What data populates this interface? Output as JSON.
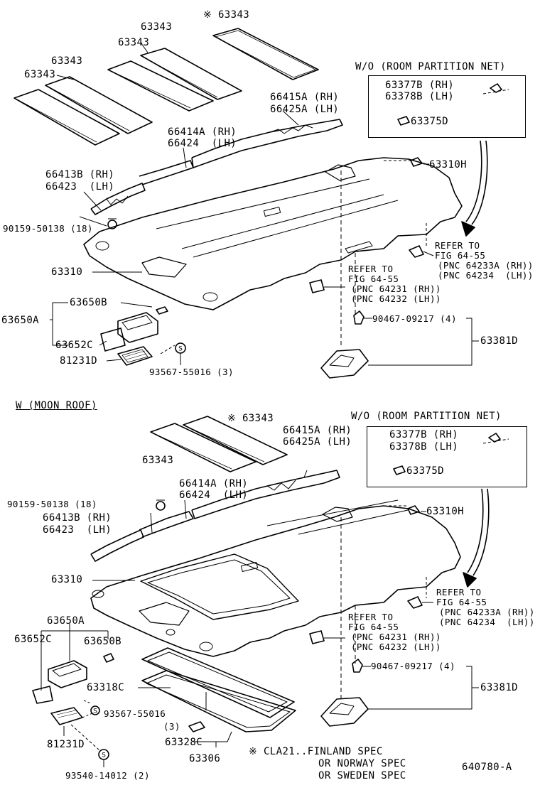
{
  "top": {
    "parts": {
      "p63343_star": "※ 63343",
      "p63343_a": "63343",
      "p63343_b": "63343",
      "p63343_c": "63343",
      "p63343_d": "63343",
      "p66415a": "66415A (RH)",
      "p66425a": "66425A (LH)",
      "p66414a": "66414A (RH)",
      "p66424": "66424  (LH)",
      "p66413b": "66413B (RH)",
      "p66423": "66423  (LH)",
      "p90159": "90159-50138 (18)",
      "p63310": "63310",
      "p63310h": "63310H",
      "p63650b": "63650B",
      "p63650a": "63650A",
      "p63652c": "63652C",
      "p81231d": "81231D",
      "p93567": "93567-55016 (3)",
      "p90467": "90467-09217 (4)",
      "p63381d": "63381D"
    },
    "wo_box": {
      "title": "W/O (ROOM PARTITION NET)",
      "l1": "63377B (RH)",
      "l2": "63378B (LH)",
      "l3": "63375D"
    },
    "refer_a": {
      "l1": "REFER TO",
      "l2": "FIG 64-55",
      "l3": "(PNC 64233A (RH))",
      "l4": "(PNC 64234  (LH))"
    },
    "refer_b": {
      "l1": "REFER TO",
      "l2": "FIG 64-55",
      "l3": "(PNC 64231 (RH))",
      "l4": "(PNC 64232 (LH))"
    }
  },
  "bottom": {
    "section_title": "W (MOON ROOF)",
    "parts": {
      "p63343_star": "※ 63343",
      "p63343": "63343",
      "p66415a": "66415A (RH)",
      "p66425a": "66425A (LH)",
      "p66414a": "66414A (RH)",
      "p66424": "66424  (LH)",
      "p90159": "90159-50138 (18)",
      "p66413b": "66413B (RH)",
      "p66423": "66423  (LH)",
      "p63310": "63310",
      "p63310h": "63310H",
      "p63650a": "63650A",
      "p63652c": "63652C",
      "p63650b": "63650B",
      "p63318c": "63318C",
      "p93567": "93567-55016",
      "p93567_qty": "(3)",
      "p81231d": "81231D",
      "p63328c": "63328C",
      "p63306": "63306",
      "p93540": "93540-14012 (2)",
      "p90467": "90467-09217 (4)",
      "p63381d": "63381D"
    },
    "wo_box": {
      "title": "W/O (ROOM PARTITION NET)",
      "l1": "63377B (RH)",
      "l2": "63378B (LH)",
      "l3": "63375D"
    },
    "refer_a": {
      "l1": "REFER TO",
      "l2": "FIG 64-55",
      "l3": "(PNC 64233A (RH))",
      "l4": "(PNC 64234  (LH))"
    },
    "refer_b": {
      "l1": "REFER TO",
      "l2": "FIG 64-55",
      "l3": "(PNC 64231 (RH))",
      "l4": "(PNC 64232 (LH))"
    }
  },
  "footnote": {
    "l1": "※ CLA21..FINLAND SPEC",
    "l2": "OR NORWAY SPEC",
    "l3": "OR SWEDEN SPEC"
  },
  "figure_id": "640780-A",
  "colors": {
    "ink": "#000000",
    "paper": "#ffffff"
  }
}
